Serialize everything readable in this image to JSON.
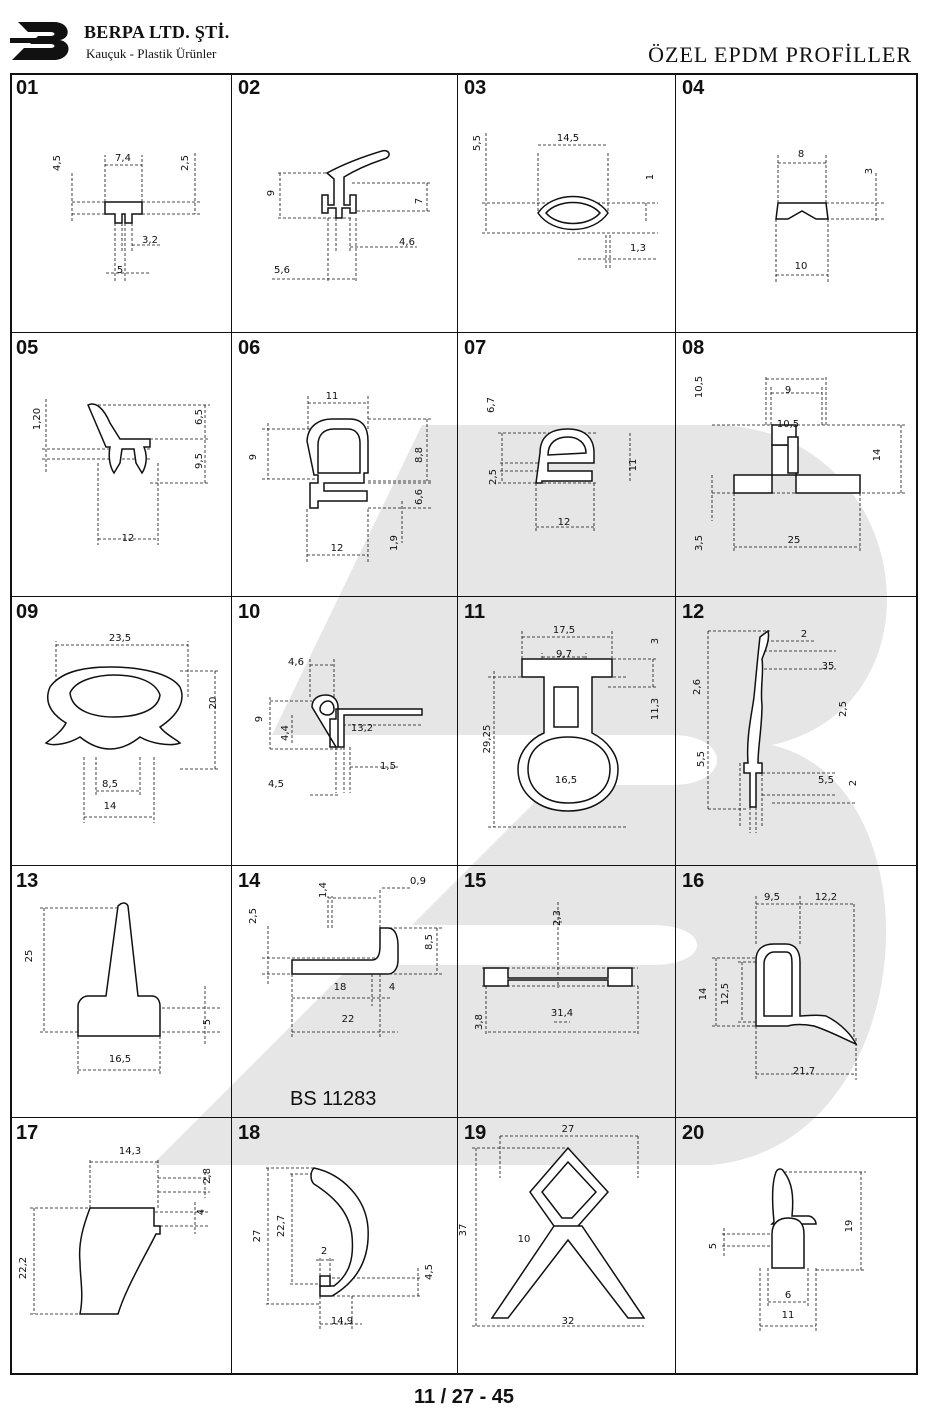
{
  "header": {
    "company": "BERPA LTD. ŞTİ.",
    "tagline": "Kauçuk - Plastik Ürünler",
    "title": "ÖZEL EPDM PROFİLLER",
    "logo_icon": "berpa-b-logo-icon"
  },
  "cells": [
    {
      "num": "01",
      "dims": [
        "4,5",
        "7,4",
        "2,5",
        "3,2",
        "5"
      ]
    },
    {
      "num": "02",
      "dims": [
        "9",
        "7",
        "4,6",
        "5,6"
      ]
    },
    {
      "num": "03",
      "dims": [
        "5,5",
        "14,5",
        "1",
        "1,3"
      ]
    },
    {
      "num": "04",
      "dims": [
        "8",
        "3",
        "10"
      ]
    },
    {
      "num": "05",
      "dims": [
        "1,20",
        "6,5",
        "9,5",
        "12"
      ]
    },
    {
      "num": "06",
      "dims": [
        "11",
        "9",
        "8,8",
        "6,6",
        "12",
        "1,9"
      ]
    },
    {
      "num": "07",
      "dims": [
        "6,7",
        "11",
        "2,5",
        "12"
      ]
    },
    {
      "num": "08",
      "dims": [
        "10,5",
        "9",
        "10,5",
        "14",
        "3,5",
        "25"
      ]
    },
    {
      "num": "09",
      "dims": [
        "23,5",
        "20",
        "8,5",
        "14"
      ]
    },
    {
      "num": "10",
      "dims": [
        "4,6",
        "9",
        "4,4",
        "13,2",
        "1,5",
        "4,5"
      ]
    },
    {
      "num": "11",
      "dims": [
        "17,5",
        "3",
        "9,7",
        "29,25",
        "11,3",
        "16,5"
      ]
    },
    {
      "num": "12",
      "dims": [
        "2,6",
        "2",
        "35",
        "5,5",
        "2,5",
        "2",
        "5,5"
      ]
    },
    {
      "num": "13",
      "dims": [
        "25",
        "5",
        "16,5"
      ]
    },
    {
      "num": "14",
      "dims": [
        "1,4",
        "0,9",
        "2,5",
        "8,5",
        "18",
        "4",
        "22"
      ],
      "standard": "BS 11283"
    },
    {
      "num": "15",
      "dims": [
        "2,3",
        "3,8",
        "31,4"
      ]
    },
    {
      "num": "16",
      "dims": [
        "9,5",
        "12,2",
        "14",
        "12,5",
        "21,7"
      ]
    },
    {
      "num": "17",
      "dims": [
        "14,3",
        "2,8",
        "4",
        "22,2"
      ]
    },
    {
      "num": "18",
      "dims": [
        "27",
        "22,7",
        "2",
        "4,5",
        "14,9"
      ]
    },
    {
      "num": "19",
      "dims": [
        "27",
        "37",
        "10",
        "32"
      ]
    },
    {
      "num": "20",
      "dims": [
        "19",
        "5",
        "6",
        "11"
      ]
    }
  ],
  "footer": {
    "page_ref": "11 / 27 - 45"
  }
}
